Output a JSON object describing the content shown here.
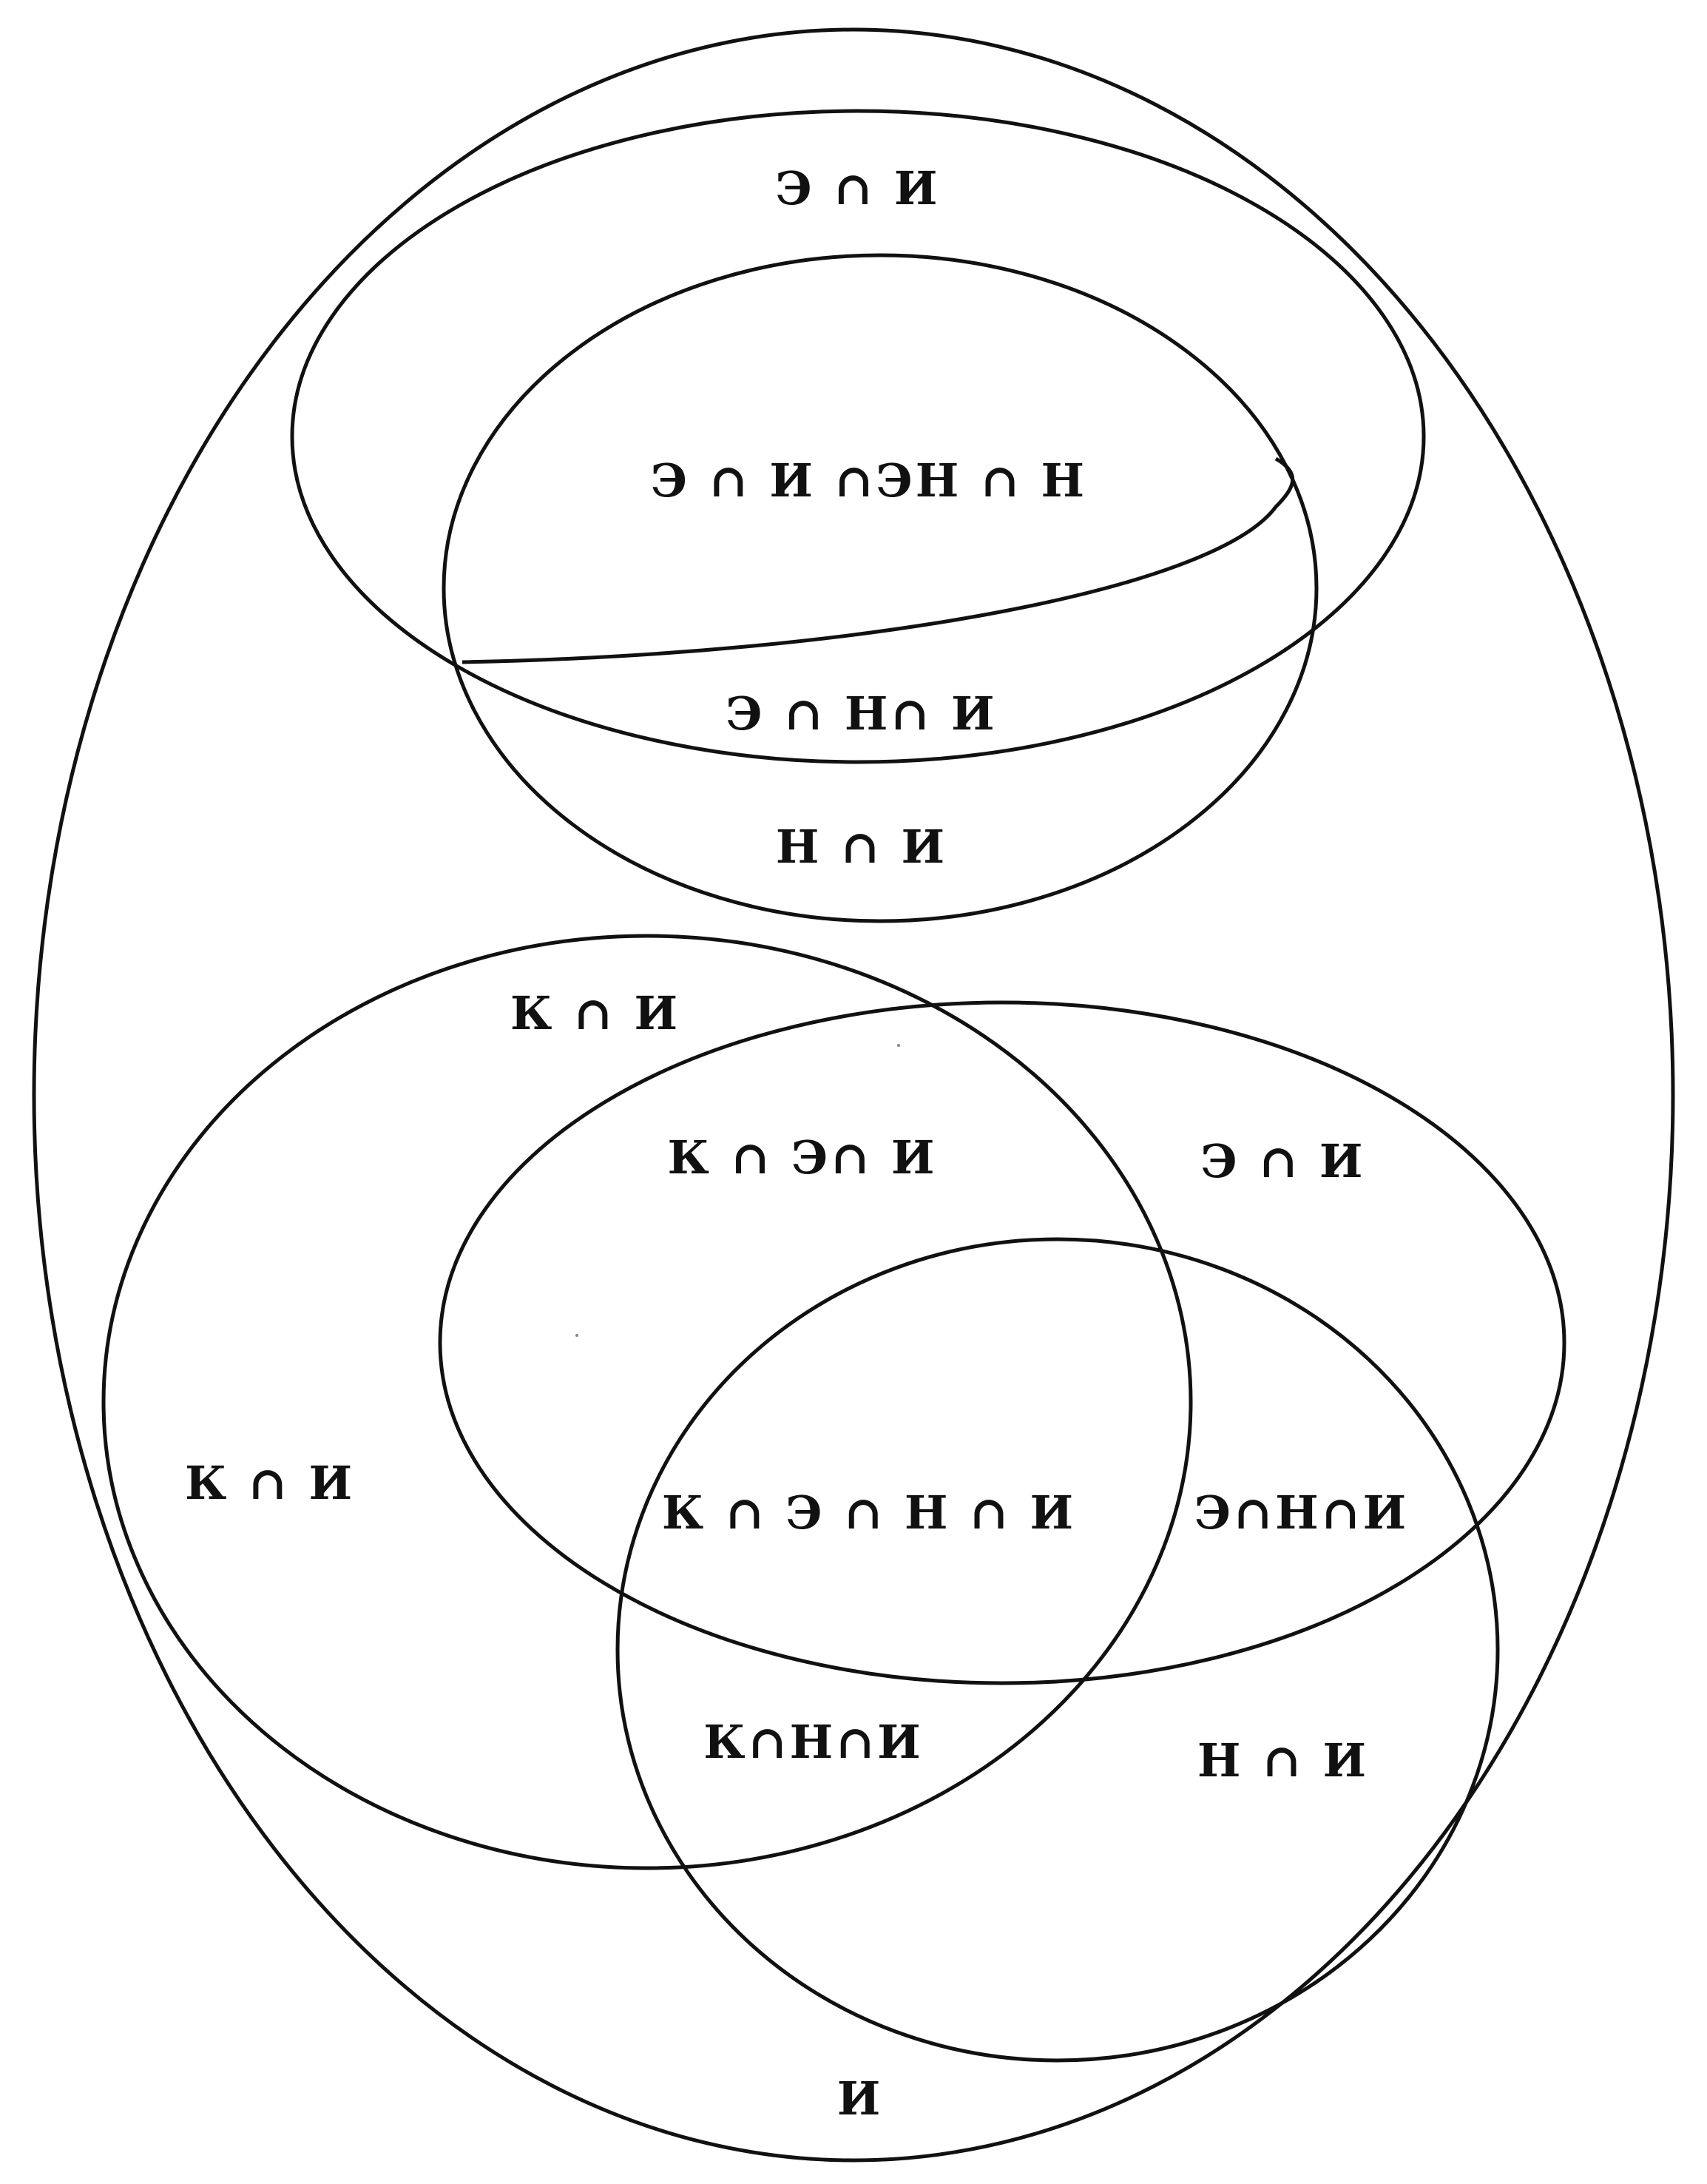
{
  "diagram": {
    "type": "euler-venn",
    "colors": {
      "stroke": "#111111",
      "text": "#111111",
      "background": "#ffffff"
    },
    "upper_group": {
      "label_e_i": "Э ∩ И",
      "label_e_i_ne_n": "Э ∩ И ∩ЭН ∩ Н",
      "label_e_n_i": "Э ∩ Н∩ И",
      "label_n_i": "Н ∩ И"
    },
    "lower_group": {
      "label_k_i_top": "К ∩ И",
      "label_k_e_i": "К ∩ Э∩ И",
      "label_e_i": "Э ∩ И",
      "label_k_i_left": "К ∩ И",
      "label_k_e_n_i": "К ∩ Э ∩ Н ∩ И",
      "label_e_n_i": "Э∩Н∩И",
      "label_k_n_i": "К∩Н∩И",
      "label_n_i": "Н ∩ И"
    },
    "outer": {
      "label_i": "И"
    }
  }
}
